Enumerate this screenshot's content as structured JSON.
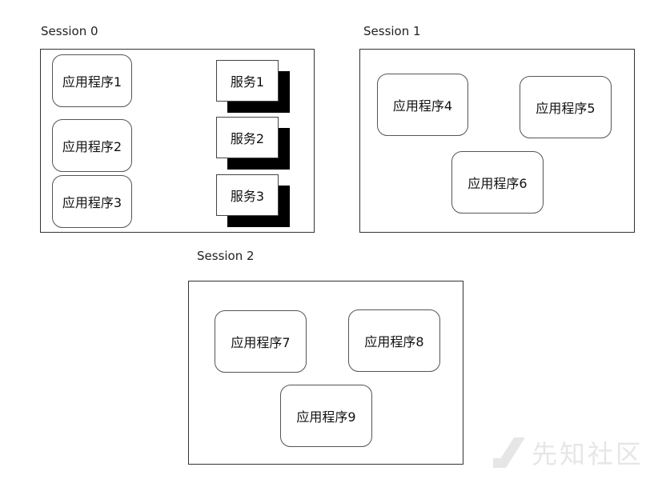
{
  "sessions": [
    {
      "label": "Session 0",
      "apps": [
        "应用程序1",
        "应用程序2",
        "应用程序3"
      ],
      "services": [
        "服务1",
        "服务2",
        "服务3"
      ]
    },
    {
      "label": "Session 1",
      "apps": [
        "应用程序4",
        "应用程序5",
        "应用程序6"
      ]
    },
    {
      "label": "Session 2",
      "apps": [
        "应用程序7",
        "应用程序8",
        "应用程序9"
      ]
    }
  ],
  "watermark": {
    "text": "先知社区",
    "icon": "xianzhi-logo-icon"
  }
}
